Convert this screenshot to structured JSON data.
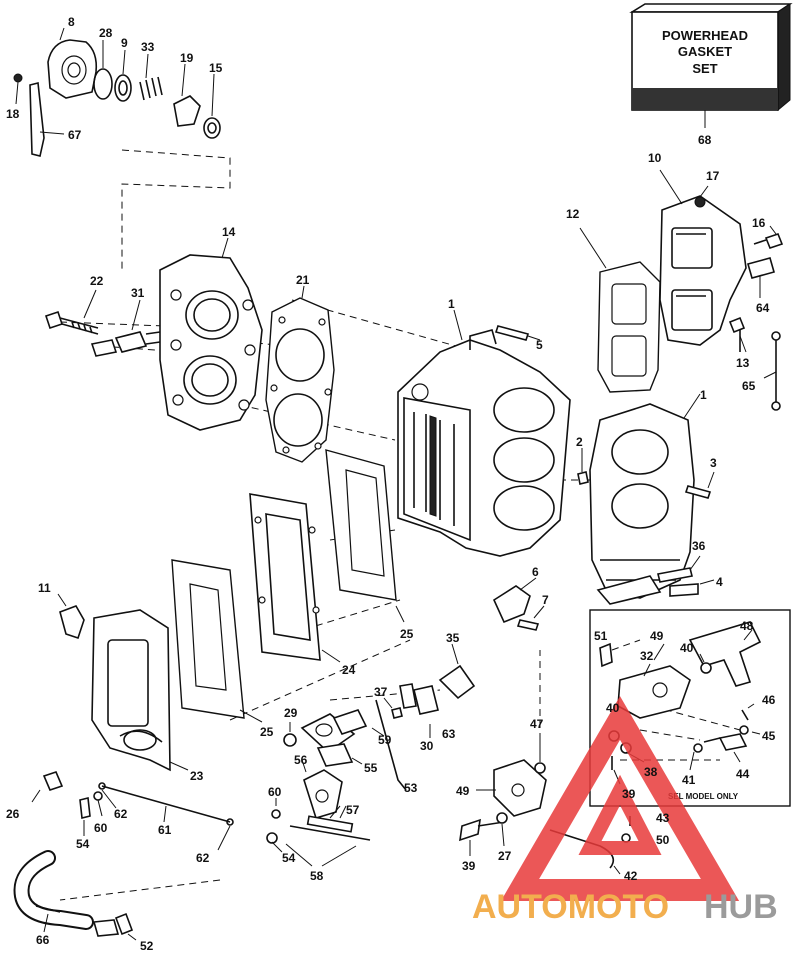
{
  "kit_box": {
    "line1": "POWERHEAD",
    "line2": "GASKET",
    "line3": "SET",
    "part_no": "68"
  },
  "inset_caption": "SEL MODEL ONLY",
  "watermark": {
    "part1": "AUTOMOTO",
    "part2": "HUB",
    "color_orange": "#f0a030",
    "color_gray": "#8a8a8a",
    "color_red": "#e83a3a"
  },
  "part_labels": [
    {
      "id": "p8",
      "text": "8"
    },
    {
      "id": "p28",
      "text": "28"
    },
    {
      "id": "p9",
      "text": "9"
    },
    {
      "id": "p33",
      "text": "33"
    },
    {
      "id": "p19",
      "text": "19"
    },
    {
      "id": "p15",
      "text": "15"
    },
    {
      "id": "p18",
      "text": "18"
    },
    {
      "id": "p67",
      "text": "67"
    },
    {
      "id": "p14",
      "text": "14"
    },
    {
      "id": "p22",
      "text": "22"
    },
    {
      "id": "p31",
      "text": "31"
    },
    {
      "id": "p21",
      "text": "21"
    },
    {
      "id": "p1a",
      "text": "1"
    },
    {
      "id": "p5",
      "text": "5"
    },
    {
      "id": "p12",
      "text": "12"
    },
    {
      "id": "p10",
      "text": "10"
    },
    {
      "id": "p17",
      "text": "17"
    },
    {
      "id": "p16",
      "text": "16"
    },
    {
      "id": "p64",
      "text": "64"
    },
    {
      "id": "p13",
      "text": "13"
    },
    {
      "id": "p65",
      "text": "65"
    },
    {
      "id": "p1b",
      "text": "1"
    },
    {
      "id": "p2",
      "text": "2"
    },
    {
      "id": "p3",
      "text": "3"
    },
    {
      "id": "p36",
      "text": "36"
    },
    {
      "id": "p4",
      "text": "4"
    },
    {
      "id": "p25a",
      "text": "25"
    },
    {
      "id": "p6",
      "text": "6"
    },
    {
      "id": "p7",
      "text": "7"
    },
    {
      "id": "p11",
      "text": "11"
    },
    {
      "id": "p24",
      "text": "24"
    },
    {
      "id": "p25b",
      "text": "25"
    },
    {
      "id": "p35",
      "text": "35"
    },
    {
      "id": "p37",
      "text": "37"
    },
    {
      "id": "p29",
      "text": "29"
    },
    {
      "id": "p59",
      "text": "59"
    },
    {
      "id": "p30",
      "text": "30"
    },
    {
      "id": "p63",
      "text": "63"
    },
    {
      "id": "p55",
      "text": "55"
    },
    {
      "id": "p23",
      "text": "23"
    },
    {
      "id": "p56",
      "text": "56"
    },
    {
      "id": "p53",
      "text": "53"
    },
    {
      "id": "p26",
      "text": "26"
    },
    {
      "id": "p62a",
      "text": "62"
    },
    {
      "id": "p60a",
      "text": "60"
    },
    {
      "id": "p61",
      "text": "61"
    },
    {
      "id": "p54a",
      "text": "54"
    },
    {
      "id": "p62b",
      "text": "62"
    },
    {
      "id": "p60b",
      "text": "60"
    },
    {
      "id": "p54b",
      "text": "54"
    },
    {
      "id": "p57",
      "text": "57"
    },
    {
      "id": "p58",
      "text": "58"
    },
    {
      "id": "p47",
      "text": "47"
    },
    {
      "id": "p49b",
      "text": "49"
    },
    {
      "id": "p39b",
      "text": "39"
    },
    {
      "id": "p27",
      "text": "27"
    },
    {
      "id": "p43",
      "text": "43"
    },
    {
      "id": "p50",
      "text": "50"
    },
    {
      "id": "p42",
      "text": "42"
    },
    {
      "id": "p66",
      "text": "66"
    },
    {
      "id": "p52",
      "text": "52"
    },
    {
      "id": "p51",
      "text": "51"
    },
    {
      "id": "p49a",
      "text": "49"
    },
    {
      "id": "p40a",
      "text": "40"
    },
    {
      "id": "p48",
      "text": "48"
    },
    {
      "id": "p32",
      "text": "32"
    },
    {
      "id": "p46",
      "text": "46"
    },
    {
      "id": "p40b",
      "text": "40"
    },
    {
      "id": "p45",
      "text": "45"
    },
    {
      "id": "p38",
      "text": "38"
    },
    {
      "id": "p41",
      "text": "41"
    },
    {
      "id": "p44",
      "text": "44"
    },
    {
      "id": "p39a",
      "text": "39"
    }
  ]
}
